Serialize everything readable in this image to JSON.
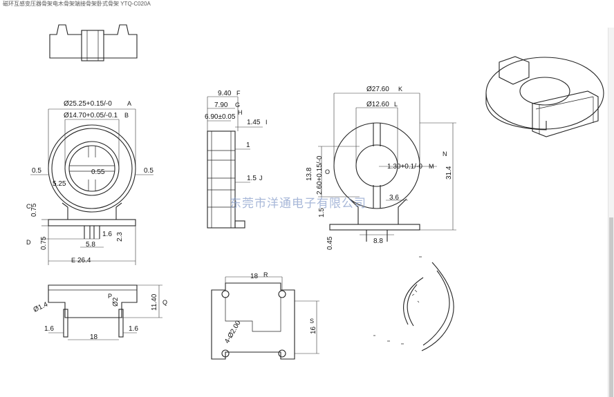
{
  "header": {
    "title": "磁环互感变压器骨架电木骨架端接骨架卧式骨架 YTQ-C020A"
  },
  "watermark": {
    "text": "东莞市洋通电子有限公司"
  },
  "dims": {
    "d1": "Ø25.25+0.15/-0",
    "d1m": "A",
    "d2": "Ø14.70+0.05/-0.1",
    "d2m": "B",
    "d3": "0.5",
    "d4": "0.5",
    "d5": "0.55",
    "d6": "5.25",
    "d7": "0.75",
    "d7m": "C",
    "d8": "0.75",
    "d8m": "D",
    "d9": "5.8",
    "d10": "1.6",
    "d11": "2.3",
    "d12": "26.4",
    "d12m": "E",
    "s1": "9.40",
    "s1m": "F",
    "s2": "7.90",
    "s2m": "G",
    "s3": "6.90±0.05",
    "s3m": "H",
    "s4": "1.45",
    "s4m": "I",
    "s5": "1",
    "s6": "1.5",
    "s6m": "J",
    "r1": "Ø27.60",
    "r1m": "K",
    "r2": "Ø12.60",
    "r2m": "L",
    "r3": "1.30+0.1/-0",
    "r3m": "M",
    "r4": "31.4",
    "r4m": "N",
    "r5": "13.8",
    "r6": "2.60+0.15/-0",
    "r6m": "O",
    "r7": "1.5",
    "r8": "0.45",
    "r9": "8.8",
    "r10": "3.6",
    "b1": "Ø1.4",
    "b2": "Ø2",
    "b2m": "P",
    "b3": "11.40",
    "b3m": "Q",
    "b4": "1.6",
    "b5": "18",
    "b6": "1.6",
    "p1": "18",
    "p1m": "R",
    "p2": "4-Ø2.00",
    "p3": "16",
    "p3m": "S"
  }
}
